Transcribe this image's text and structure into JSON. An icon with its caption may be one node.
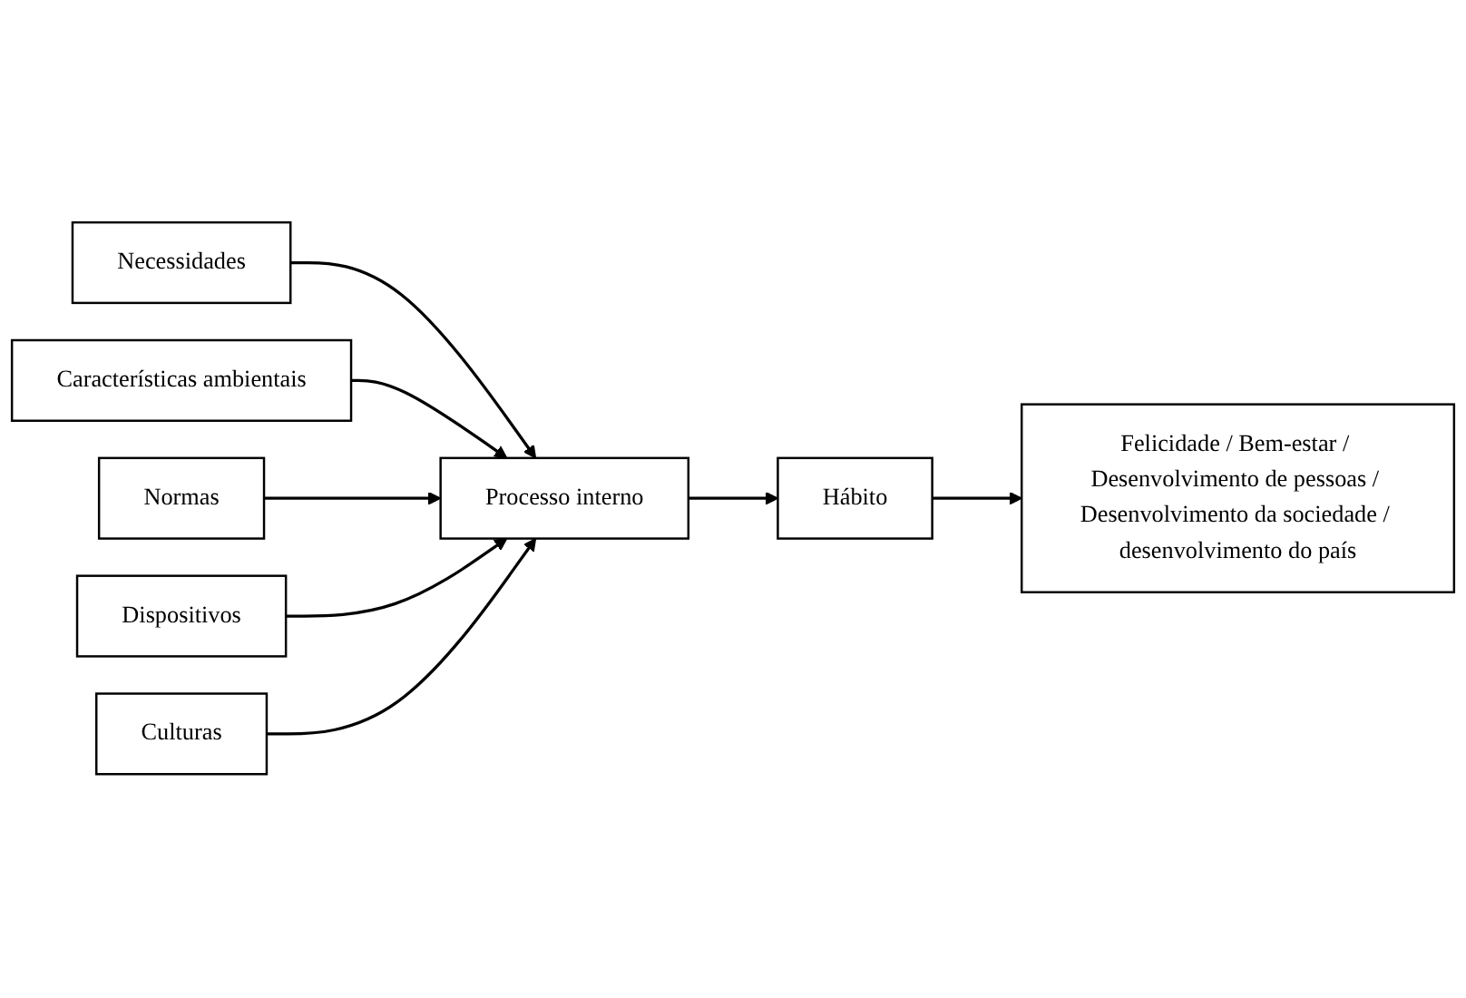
{
  "diagram": {
    "nodes": [
      {
        "text": [
          "Necessidades"
        ]
      },
      {
        "text": [
          "Características ambientais"
        ]
      },
      {
        "text": [
          "Normas"
        ]
      },
      {
        "text": [
          "Dispositivos"
        ]
      },
      {
        "text": [
          "Culturas"
        ]
      },
      {
        "text": [
          "Processo interno"
        ]
      },
      {
        "text": [
          "Hábito"
        ]
      },
      {
        "text": [
          "Felicidade / Bem-estar / Desenvolvimento de pessoas / Desenvolvimento da sociedade / desenvolvimento do país"
        ]
      }
    ],
    "edges": [
      {
        "from": 0,
        "to": 5,
        "arrow": "to"
      },
      {
        "from": 1,
        "to": 5,
        "arrow": "to"
      },
      {
        "from": 2,
        "to": 5,
        "arrow": "to"
      },
      {
        "from": 3,
        "to": 5,
        "arrow": "to"
      },
      {
        "from": 4,
        "to": 5,
        "arrow": "to"
      },
      {
        "from": 5,
        "to": 6,
        "arrow": "to"
      },
      {
        "from": 6,
        "to": 7,
        "arrow": "to"
      }
    ]
  }
}
